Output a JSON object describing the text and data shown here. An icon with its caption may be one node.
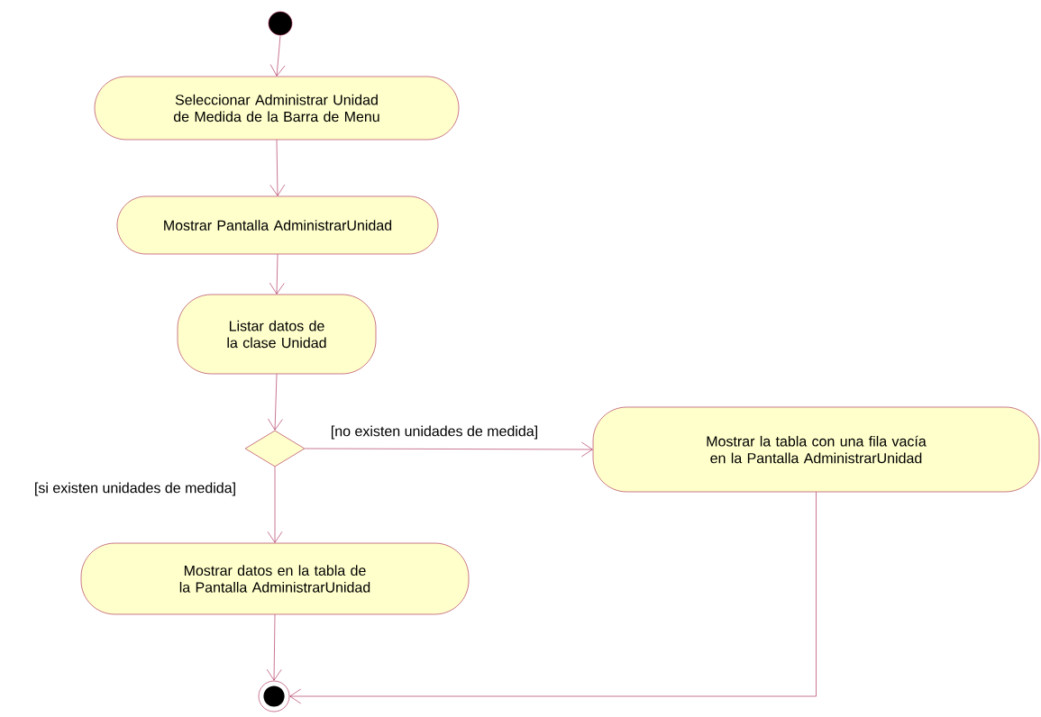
{
  "diagram": {
    "nodes": [
      {
        "text": [],
        "shape": "circle"
      },
      {
        "text": [
          "Seleccionar Administrar Unidad de Medida de la Barra de Menu"
        ]
      },
      {
        "text": [
          "Mostrar Pantalla AdministrarUnidad"
        ]
      },
      {
        "text": [
          "Listar datos de la clase Unidad"
        ]
      },
      {
        "text": [],
        "shape": "diamond"
      },
      {
        "text": [
          "Mostrar la tabla con una fila vacía en la Pantalla AdministrarUnidad"
        ]
      },
      {
        "text": [
          "Mostrar datos en la tabla de la Pantalla AdministrarUnidad"
        ]
      },
      {
        "text": [],
        "shape": "bullseye"
      }
    ],
    "edges": [
      {
        "from": 0,
        "to": 1,
        "arrow": "to"
      },
      {
        "from": 1,
        "to": 2,
        "arrow": "to"
      },
      {
        "from": 2,
        "to": 3,
        "arrow": "to"
      },
      {
        "from": 3,
        "to": 4,
        "arrow": "to"
      },
      {
        "from": 4,
        "to": 5,
        "arrow": "to",
        "label": "[no existen unidades de medida]"
      },
      {
        "from": 4,
        "to": 6,
        "arrow": "to",
        "label": "[si existen unidades de medida]"
      },
      {
        "from": 6,
        "to": 7,
        "arrow": "to"
      },
      {
        "from": 5,
        "to": 7,
        "arrow": "to"
      }
    ]
  }
}
